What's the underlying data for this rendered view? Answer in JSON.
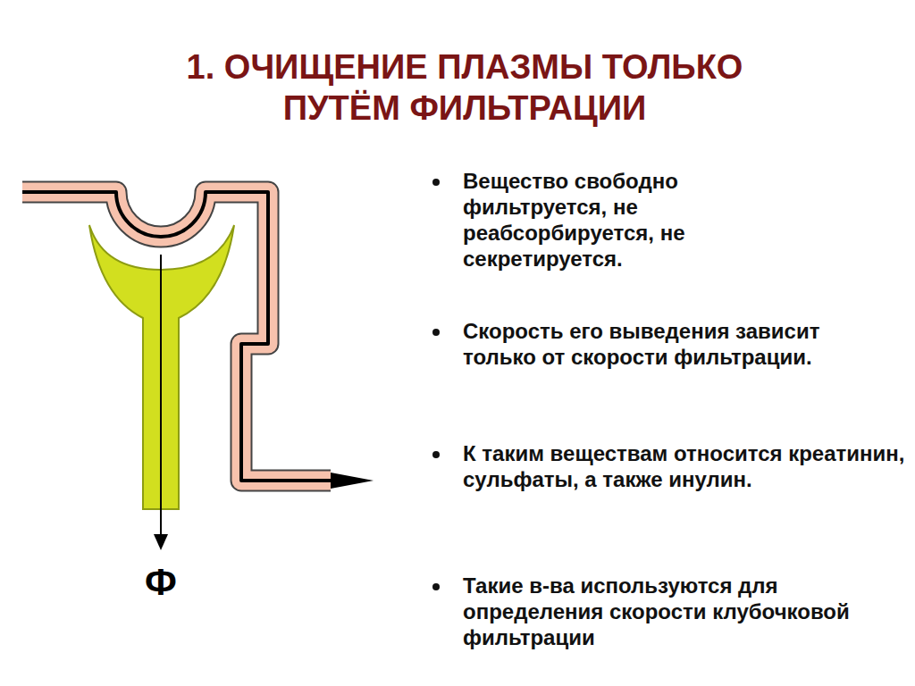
{
  "diagram": {
    "title": "1. ОЧИЩЕНИЕ ПЛАЗМЫ ТОЛЬКО ПУТЁМ ФИЛЬТРАЦИИ",
    "labels": [
      "Вещество свободно фильтруется, не реабсорбируется, не секретируется.",
      "Скорость его выведения зависит только от скорости фильтрации.",
      "К таким веществам относится креатинин, сульфаты, а также инулин.",
      "Такие в-ва используются для определения скорости клубочковой фильтрации",
      "Ф"
    ]
  }
}
